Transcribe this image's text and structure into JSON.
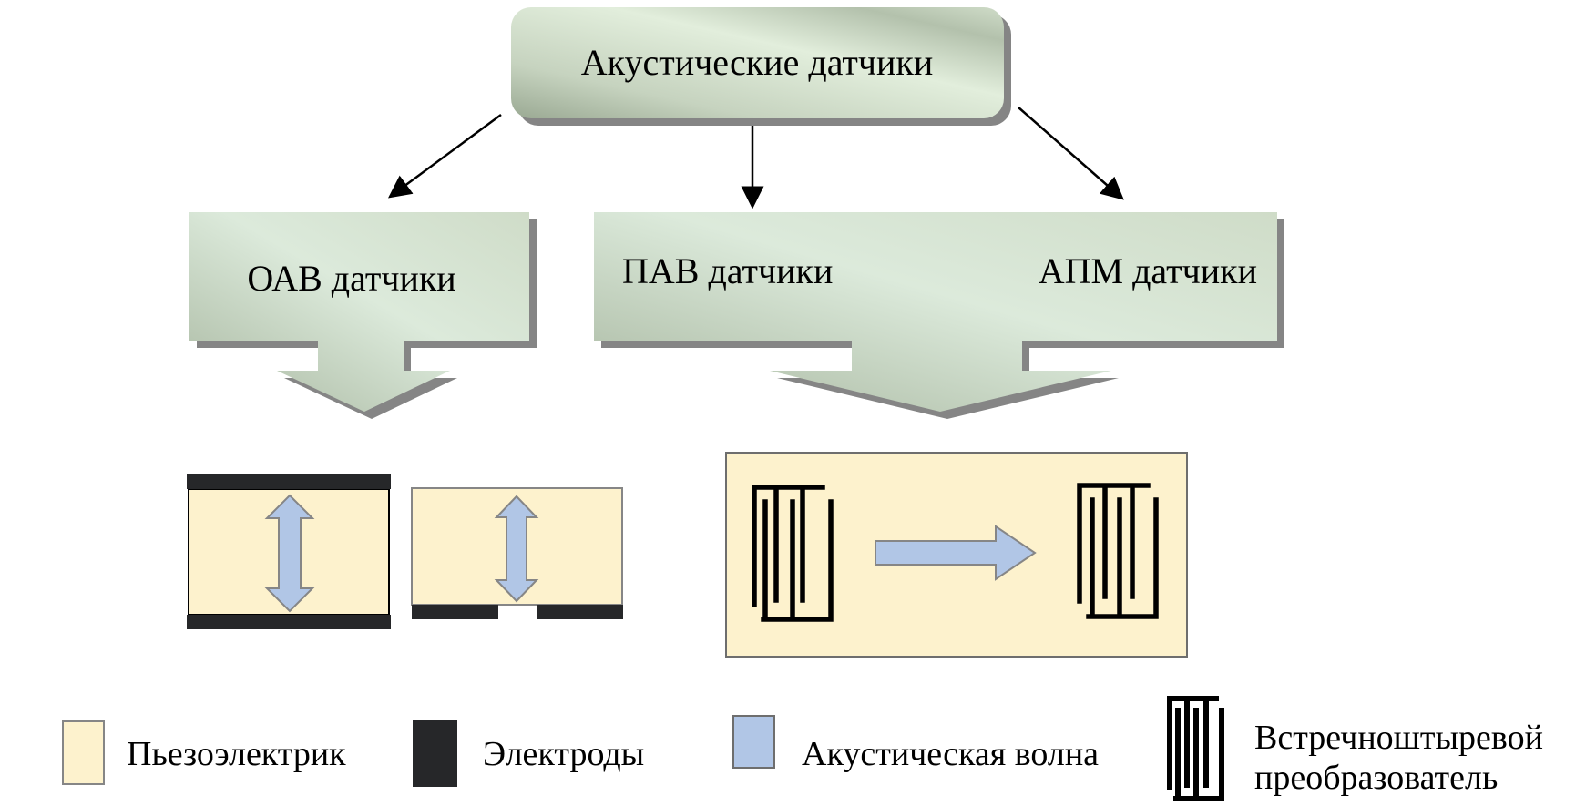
{
  "title": "Акустические датчики",
  "categories": [
    {
      "id": "oav",
      "label": "ОАВ датчики"
    },
    {
      "id": "pav",
      "label": "ПАВ датчики"
    },
    {
      "id": "apm",
      "label": "АПМ датчики"
    }
  ],
  "legend": [
    {
      "id": "piezo",
      "label": "Пьезоэлектрик",
      "icon": "piezoelectric-swatch"
    },
    {
      "id": "electrodes",
      "label": "Электроды",
      "icon": "electrode-swatch"
    },
    {
      "id": "wave",
      "label": "Акустическая волна",
      "icon": "acoustic-wave-swatch"
    },
    {
      "id": "idt",
      "label_line1": "Встречноштыревой",
      "label_line2": "преобразователь",
      "icon": "interdigital-transducer-icon"
    }
  ],
  "colors": {
    "box_light": "#e0ecd9",
    "box_dark": "#a9b8a1",
    "shadow": "#858585",
    "piezo": "#fdf2cd",
    "electrode": "#262729",
    "wave": "#b1c6e6",
    "outline": "#868686"
  }
}
